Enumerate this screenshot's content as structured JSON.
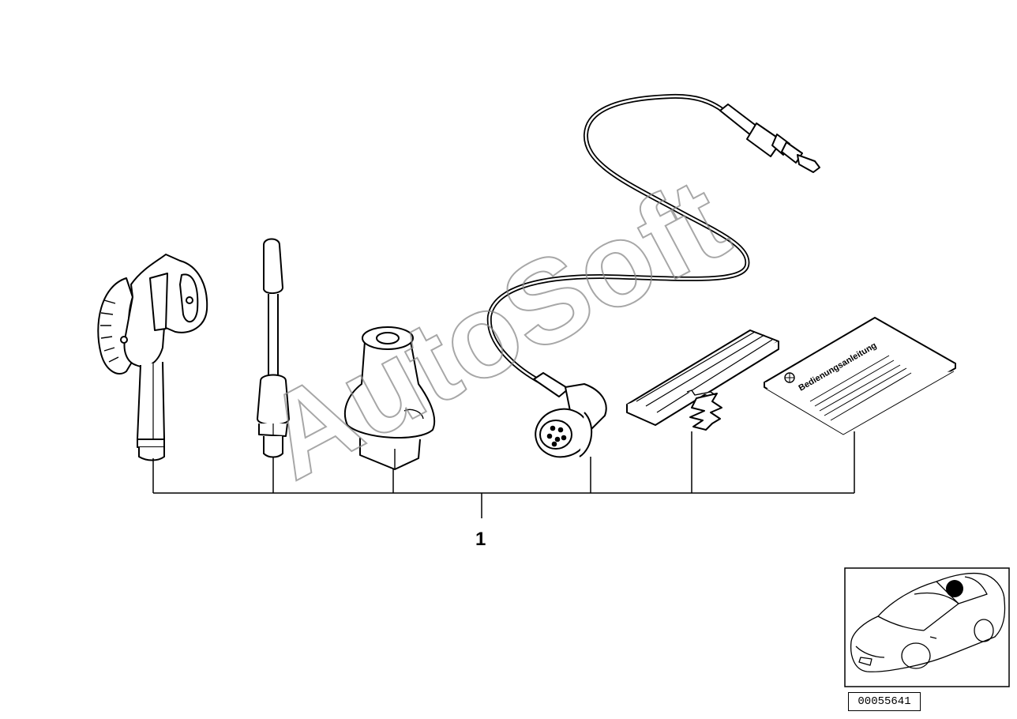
{
  "diagram": {
    "callout_number": "1",
    "manual_label": "Bedienungsanleitung",
    "watermark": "AutoSoft",
    "reference_code": "00055641"
  },
  "parts": [
    {
      "id": "antenna-wrench",
      "icon": "wrench-icon"
    },
    {
      "id": "antenna-rod",
      "icon": "antenna-rod-icon"
    },
    {
      "id": "antenna-base",
      "icon": "antenna-base-icon"
    },
    {
      "id": "antenna-cable",
      "icon": "cable-connector-icon"
    },
    {
      "id": "cable-clip",
      "icon": "cable-clip-icon"
    },
    {
      "id": "owners-manual",
      "icon": "manual-icon"
    }
  ],
  "colors": {
    "line": "#000000",
    "watermark": "#8a8a8a",
    "locator_dot": "#000000"
  }
}
